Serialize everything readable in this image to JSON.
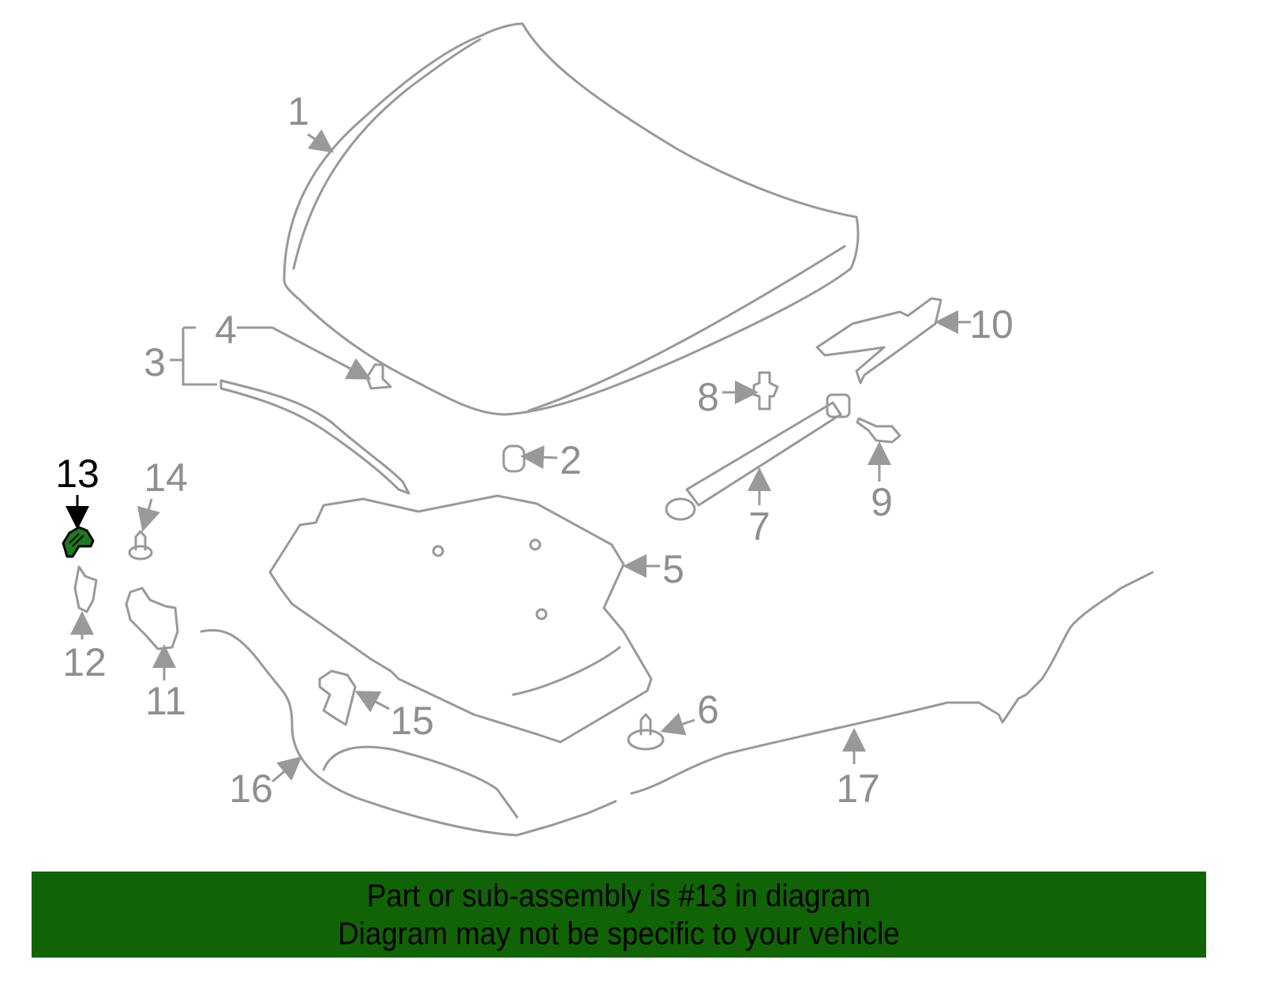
{
  "diagram": {
    "highlighted_part": "13",
    "highlight_color": "#1e7a1e",
    "line_color": "#999999",
    "callouts": [
      "1",
      "2",
      "3",
      "4",
      "5",
      "6",
      "7",
      "8",
      "9",
      "10",
      "11",
      "12",
      "13",
      "14",
      "15",
      "16",
      "17"
    ]
  },
  "banner": {
    "line1": "Part or sub-assembly is #13 in diagram",
    "line2": "Diagram may not be specific to your vehicle",
    "background_color": "#116405"
  }
}
